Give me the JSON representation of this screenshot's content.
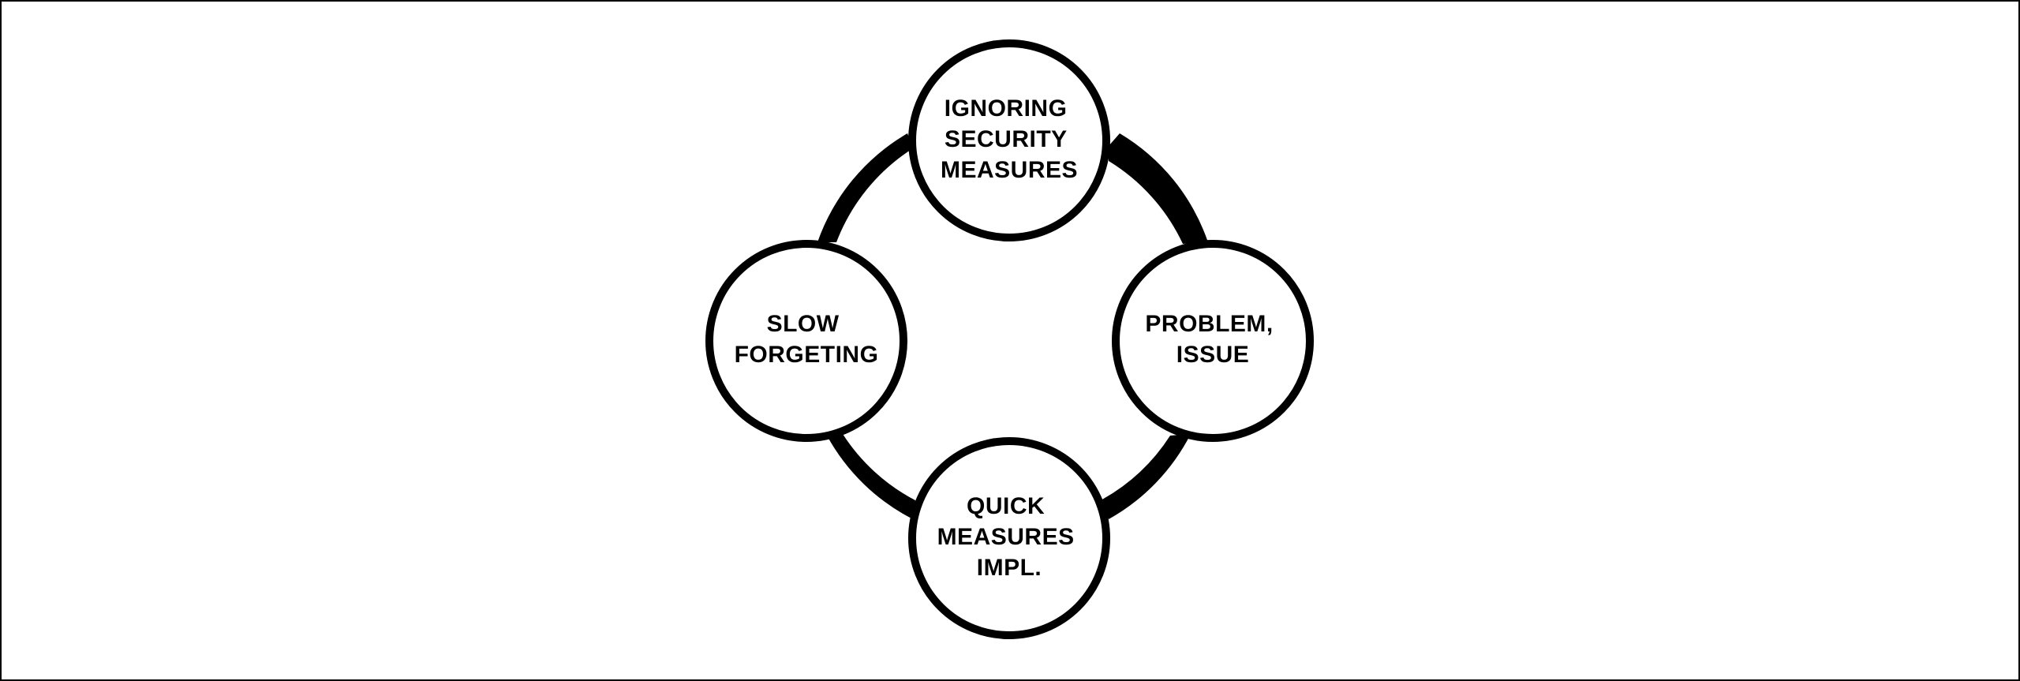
{
  "colors": {
    "stroke": "#000000",
    "background": "#ffffff"
  },
  "nodes": [
    {
      "id": "top",
      "lines": [
        "IGNORING",
        "SECURITY",
        "MEASURES"
      ]
    },
    {
      "id": "right",
      "lines": [
        "PROBLEM,",
        "ISSUE"
      ]
    },
    {
      "id": "bottom",
      "lines": [
        "QUICK",
        "MEASURES",
        "IMPL."
      ]
    },
    {
      "id": "left",
      "lines": [
        "SLOW",
        "FORGETING"
      ]
    }
  ],
  "cycle_order": [
    "top",
    "right",
    "bottom",
    "left"
  ]
}
